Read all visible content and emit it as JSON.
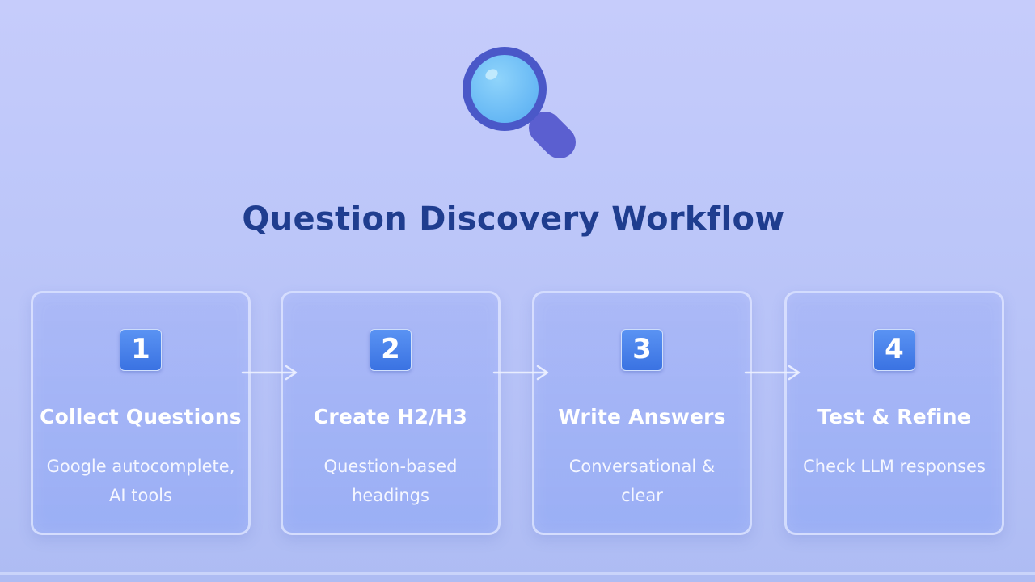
{
  "title": "Question Discovery Workflow",
  "hero_icon": "magnifying-glass-icon",
  "colors": {
    "title": "#1f3d8f",
    "badge": "#3f78e6",
    "lens": "#7cc6f8",
    "handle": "#5b5fd0"
  },
  "steps": [
    {
      "number": "1",
      "title": "Collect Questions",
      "desc_lines": [
        "Google autocomplete,",
        "AI tools"
      ]
    },
    {
      "number": "2",
      "title": "Create H2/H3",
      "desc_lines": [
        "Question-based",
        "headings"
      ]
    },
    {
      "number": "3",
      "title": "Write Answers",
      "desc_lines": [
        "Conversational &",
        "clear"
      ]
    },
    {
      "number": "4",
      "title": "Test & Refine",
      "desc_lines": [
        "Check LLM responses"
      ]
    }
  ],
  "connector_icon": "arrow-right-icon"
}
